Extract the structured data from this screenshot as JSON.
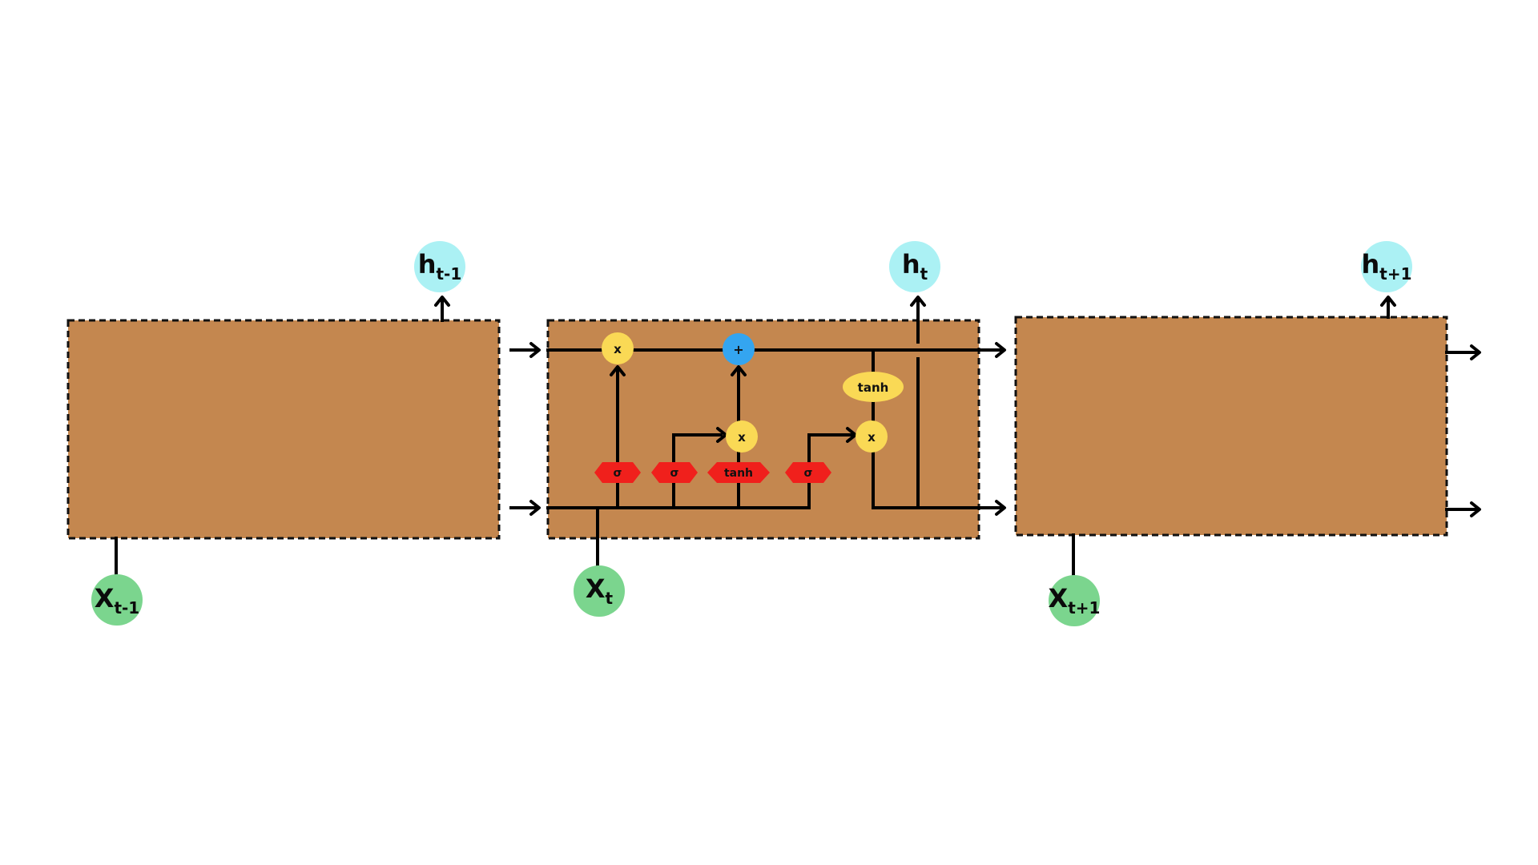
{
  "diagram": {
    "colors": {
      "cell_fill": "#C4874F",
      "gate_red": "#F0201C",
      "op_yellow": "#FAD955",
      "op_blue": "#34A5F0",
      "hidden_cyan": "#ABF1F4",
      "input_green": "#7BD58E",
      "wire": "#000000",
      "background": "#FFFFFF"
    },
    "cells": [
      {
        "input": {
          "base": "X",
          "sub": "t-1"
        },
        "output": {
          "base": "h",
          "sub": "t-1"
        }
      },
      {
        "input": {
          "base": "X",
          "sub": "t"
        },
        "output": {
          "base": "h",
          "sub": "t"
        },
        "gates": [
          {
            "label": "σ"
          },
          {
            "label": "σ"
          },
          {
            "label": "tanh"
          },
          {
            "label": "σ"
          }
        ],
        "ops": {
          "forget_mul": "x",
          "add": "+",
          "input_mul": "x",
          "output_mul": "x",
          "cell_tanh": "tanh"
        }
      },
      {
        "input": {
          "base": "X",
          "sub": "t+1"
        },
        "output": {
          "base": "h",
          "sub": "t+1"
        }
      }
    ]
  }
}
